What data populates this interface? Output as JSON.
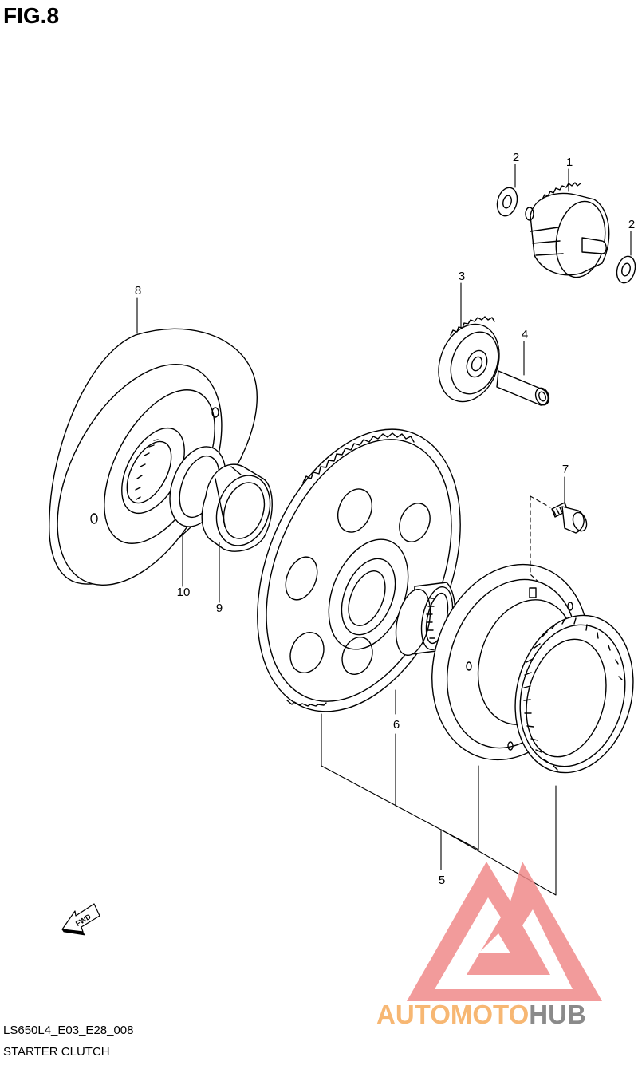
{
  "figure": {
    "title": "FIG.8",
    "code": "LS650L4_E03_E28_008",
    "name": "STARTER CLUTCH"
  },
  "callouts": [
    "1",
    "2",
    "2",
    "3",
    "4",
    "5",
    "6",
    "7",
    "8",
    "9",
    "10"
  ],
  "direction_label": "FWD",
  "watermark": {
    "text_a": "AUTOMOTO",
    "text_b": "HUB",
    "color_a": "#f7b773",
    "color_b": "#8a8a8a",
    "logo_color": "#f08a8a"
  },
  "colors": {
    "line": "#000000",
    "background": "#ffffff"
  }
}
